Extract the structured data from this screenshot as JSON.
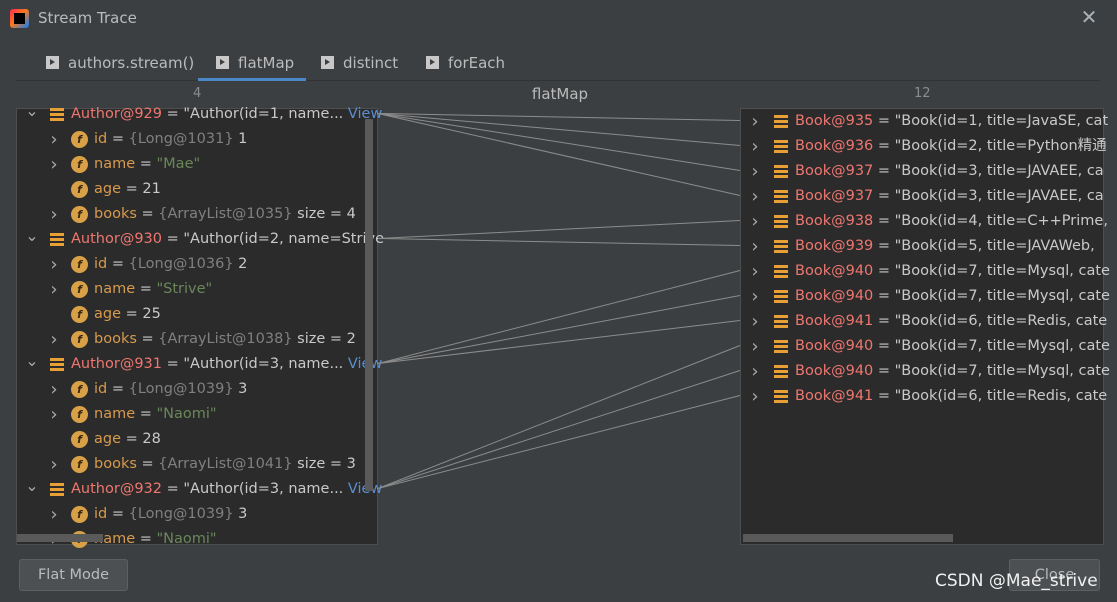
{
  "window": {
    "title": "Stream Trace",
    "close_glyph": "✕"
  },
  "tabs": [
    {
      "label": "authors.stream()",
      "active": false
    },
    {
      "label": "flatMap",
      "active": true
    },
    {
      "label": "distinct",
      "active": false
    },
    {
      "label": "forEach",
      "active": false
    }
  ],
  "headers": {
    "left_count": "4",
    "middle": "flatMap",
    "right_count": "12"
  },
  "left_rows": [
    {
      "kind": "object",
      "expanded": true,
      "name": "Author@929",
      "value": " = \"Author(id=1, name...",
      "link": " View"
    },
    {
      "kind": "field",
      "expandable": true,
      "field": "id",
      "type": " = {Long@1031}",
      "val": " 1",
      "val_kind": "num"
    },
    {
      "kind": "field",
      "expandable": true,
      "field": "name",
      "type": " = ",
      "val": "\"Mae\"",
      "val_kind": "str"
    },
    {
      "kind": "field",
      "expandable": false,
      "field": "age",
      "type": " = ",
      "val": "21",
      "val_kind": "num"
    },
    {
      "kind": "field",
      "expandable": true,
      "field": "books",
      "type": " = {ArrayList@1035}",
      "val": "  size = 4",
      "val_kind": "num"
    },
    {
      "kind": "object",
      "expanded": true,
      "name": "Author@930",
      "value": " = \"Author(id=2, name=Strive",
      "link": ""
    },
    {
      "kind": "field",
      "expandable": true,
      "field": "id",
      "type": " = {Long@1036}",
      "val": " 2",
      "val_kind": "num"
    },
    {
      "kind": "field",
      "expandable": true,
      "field": "name",
      "type": " = ",
      "val": "\"Strive\"",
      "val_kind": "str"
    },
    {
      "kind": "field",
      "expandable": false,
      "field": "age",
      "type": " = ",
      "val": "25",
      "val_kind": "num"
    },
    {
      "kind": "field",
      "expandable": true,
      "field": "books",
      "type": " = {ArrayList@1038}",
      "val": "  size = 2",
      "val_kind": "num"
    },
    {
      "kind": "object",
      "expanded": true,
      "name": "Author@931",
      "value": " = \"Author(id=3, name...",
      "link": " View"
    },
    {
      "kind": "field",
      "expandable": true,
      "field": "id",
      "type": " = {Long@1039}",
      "val": " 3",
      "val_kind": "num"
    },
    {
      "kind": "field",
      "expandable": true,
      "field": "name",
      "type": " = ",
      "val": "\"Naomi\"",
      "val_kind": "str"
    },
    {
      "kind": "field",
      "expandable": false,
      "field": "age",
      "type": " = ",
      "val": "28",
      "val_kind": "num"
    },
    {
      "kind": "field",
      "expandable": true,
      "field": "books",
      "type": " = {ArrayList@1041}",
      "val": "  size = 3",
      "val_kind": "num"
    },
    {
      "kind": "object",
      "expanded": true,
      "name": "Author@932",
      "value": " = \"Author(id=3, name...",
      "link": " View"
    },
    {
      "kind": "field",
      "expandable": true,
      "field": "id",
      "type": " = {Long@1039}",
      "val": " 3",
      "val_kind": "num"
    },
    {
      "kind": "field",
      "expandable": true,
      "field": "name",
      "type": " = ",
      "val": "\"Naomi\"",
      "val_kind": "str"
    }
  ],
  "right_rows": [
    {
      "name": "Book@935",
      "value": " = \"Book(id=1, title=JavaSE, cat"
    },
    {
      "name": "Book@936",
      "value": " = \"Book(id=2, title=Python精通"
    },
    {
      "name": "Book@937",
      "value": " = \"Book(id=3, title=JAVAEE, ca"
    },
    {
      "name": "Book@937",
      "value": " = \"Book(id=3, title=JAVAEE, ca"
    },
    {
      "name": "Book@938",
      "value": " = \"Book(id=4, title=C++Prime,"
    },
    {
      "name": "Book@939",
      "value": " = \"Book(id=5, title=JAVAWeb,"
    },
    {
      "name": "Book@940",
      "value": " = \"Book(id=7, title=Mysql, cate"
    },
    {
      "name": "Book@940",
      "value": " = \"Book(id=7, title=Mysql, cate"
    },
    {
      "name": "Book@941",
      "value": " = \"Book(id=6, title=Redis, cate"
    },
    {
      "name": "Book@940",
      "value": " = \"Book(id=7, title=Mysql, cate"
    },
    {
      "name": "Book@940",
      "value": " = \"Book(id=7, title=Mysql, cate"
    },
    {
      "name": "Book@941",
      "value": " = \"Book(id=6, title=Redis, cate"
    }
  ],
  "links": [
    {
      "from": 0,
      "to": [
        0,
        1,
        2,
        3
      ]
    },
    {
      "from": 5,
      "to": [
        4,
        5
      ]
    },
    {
      "from": 10,
      "to": [
        6,
        7,
        8
      ]
    },
    {
      "from": 15,
      "to": [
        9,
        10,
        11
      ]
    }
  ],
  "buttons": {
    "flat_mode": "Flat Mode",
    "close": "Close"
  },
  "watermark": "CSDN @Mae_strive",
  "colors": {
    "accent": "#4a88c7",
    "object_name": "#ee7770",
    "field": "#cb7832",
    "string": "#6a8759",
    "link": "#5a8fd0",
    "background": "#3c3f41",
    "panel": "#2b2b2b"
  },
  "icons": {
    "app": "intellij-idea-icon",
    "object": "object-stack-icon",
    "field": "field-f-icon",
    "tab": "stream-step-icon"
  }
}
